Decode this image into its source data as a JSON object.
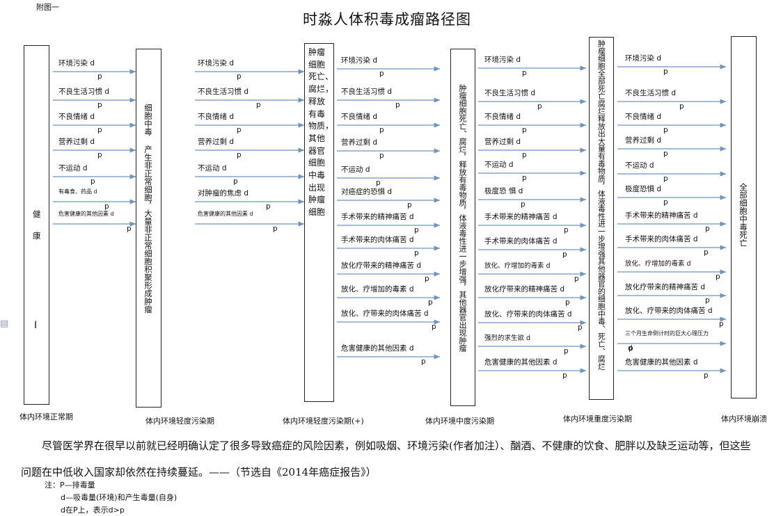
{
  "figure_label": "附图一",
  "title": "时淼人体积毒成瘤路径图",
  "columns": {
    "health": {
      "top": "健",
      "bottom": "康",
      "mark": "I"
    },
    "col2": "细胞中毒 产生非正常细胞，大量非正常细胞积聚形成肿瘤",
    "col3": [
      "肿瘤",
      "细胞",
      "死亡、",
      "腐烂，",
      "释放",
      "有毒",
      "物质，",
      "其他",
      "器官",
      "细胞",
      "中毒",
      "出现",
      "肿瘤",
      "细胞"
    ],
    "col4": "肿瘤细胞死亡、腐烂，释放有毒物质，体液毒性进一步增强，其他器官出现肿瘤",
    "col5": "肿瘤细胞全部死亡腐烂释放出大量有毒物质，体液毒性进一步增强其他器官的细胞中毒、死亡、腐烂",
    "col6": "全部细胞中毒死亡"
  },
  "groups": [
    {
      "id": "g1",
      "labels": [
        "环境污染 d",
        "不良生活习惯  d",
        "不良情绪  d",
        "营养过剩  d",
        "不运动  d",
        "有毒食、药品 d",
        "危害健康的其他因素 d"
      ]
    },
    {
      "id": "g2",
      "labels": [
        "环境污染 d",
        "不良生活习惯  d",
        "不良情绪  d",
        "营养过剩  d",
        "不运动  d",
        "对肿瘤的焦虑       d",
        "危害健康的其他因素 d"
      ]
    },
    {
      "id": "g3",
      "labels": [
        "环境污染 d",
        "不良生活习惯  d",
        "不良情绪  d",
        "营养过剩 d",
        "不运动     d",
        "对癌症的恐惧     d",
        "手术带来的精神痛苦  d",
        "手术带来的肉体痛苦  d",
        "放化疗带来的精神痛苦 d",
        "放化、疗增加的毒素   d",
        "放化、疗带来的肉体痛苦 d",
        "危害健康的其他因素  d"
      ]
    },
    {
      "id": "g4",
      "labels": [
        "环境污染 d",
        "不良生活习惯  d",
        "不良情绪  d",
        "营养过剩  d",
        "不运动     d",
        "极度恐  惧     d",
        "手术带来的精神痛苦  d",
        "手术带来的肉体痛苦  d",
        "放化、疗增加的毒素     d",
        "放化疗带来的精神痛苦 d",
        "放化、疗带来的肉体痛苦 d",
        "强烈的求生欲          d",
        "危害健康的其他因素  d"
      ]
    },
    {
      "id": "g5",
      "labels": [
        "环境污染 d",
        "不良生活习惯  d",
        "不良情绪  d",
        "营养过剩  d",
        "不运动     d",
        "极度恐惧  d",
        "手术带来的精神痛苦  d",
        "手术带来的肉体痛苦  d",
        "放化、疗增加的毒素     d",
        "放化疗带来的精神痛苦 d",
        "放化、疗带来的肉体痛苦 d",
        "三个月生命倒计时的巨大心理压力",
        "危害健康的其他因素  d"
      ]
    }
  ],
  "p_label": "p",
  "d_label": "d",
  "stages": [
    "体内环境正常期",
    "体内环境轻度污染期",
    "体内环境轻度污染期(+)",
    "体内环境中度污染期",
    "体内环境重度污染期",
    "体内环境崩溃"
  ],
  "paragraph": "尽管医学界在很早以前就已经明确认定了很多导致癌症的风险因素，例如吸烟、环境污染(作者加注）、酗酒、不健康的饮食、肥胖以及缺乏运动等，但这些问题在中低收入国家却依然在持续蔓延。——（节选自《2014年癌症报告》）",
  "notes": [
    "注：P—排毒量",
    "d—吸毒量(环境)和产生毒量(自身)",
    "d在P上，表示d>p"
  ],
  "colors": {
    "arrow": "#6f93bd",
    "border": "#222222"
  }
}
